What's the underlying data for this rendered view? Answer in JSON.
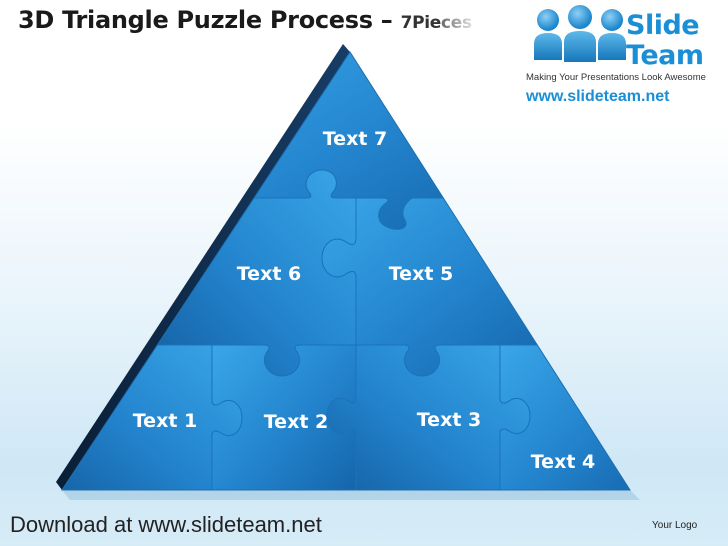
{
  "title": {
    "main": "3D Triangle Puzzle Process – ",
    "sub": "7Pie",
    "fade": "ces"
  },
  "logo": {
    "brand_line1": "Slide",
    "brand_line2": "Team",
    "tagline": "Making Your Presentations Look Awesome",
    "url": "www.slideteam.net",
    "icon": "people-group-icon"
  },
  "pieces": [
    {
      "label": "Text 1"
    },
    {
      "label": "Text 2"
    },
    {
      "label": "Text 3"
    },
    {
      "label": "Text 4"
    },
    {
      "label": "Text 5"
    },
    {
      "label": "Text 6"
    },
    {
      "label": "Text 7"
    }
  ],
  "footer": {
    "download": "Download at www.slideteam.net",
    "logo_placeholder": "Your Logo"
  },
  "colors": {
    "accent": "#1b8fd6",
    "piece_light": "#2e9be0",
    "piece_dark": "#1565a8",
    "side": "#0e2a4a"
  }
}
